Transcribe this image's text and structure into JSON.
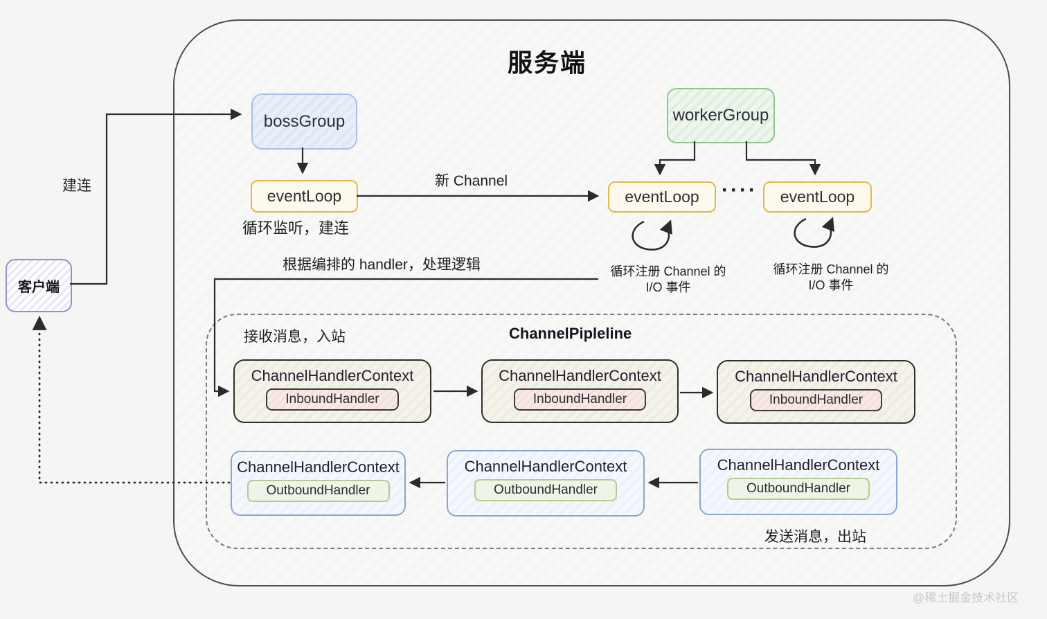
{
  "page": {
    "title": "服务端",
    "watermark": "@稀土掘金技术社区"
  },
  "client": {
    "label": "客户端"
  },
  "server": {
    "boss_group_label": "bossGroup",
    "worker_group_label": "workerGroup",
    "event_loop_boss_label": "eventLoop",
    "event_loop_worker1_label": "eventLoop",
    "event_loop_worker2_label": "eventLoop",
    "ellipsis_dots": "····"
  },
  "labels": {
    "connect": "建连",
    "loop_listen": "循环监听，建连",
    "new_channel": "新 Channel",
    "handle_logic": "根据编排的 handler，处理逻辑",
    "register_io_1": "循环注册 Channel 的 I/O 事件",
    "register_io_1_line1": "循环注册 Channel 的",
    "register_io_1_line2": "I/O 事件",
    "register_io_2_line1": "循环注册 Channel 的",
    "register_io_2_line2": "I/O 事件",
    "inbound_note": "接收消息，入站",
    "outbound_note": "发送消息，出站",
    "pipeline_title": "ChannelPipleline"
  },
  "pipeline": {
    "inbound": [
      {
        "title": "ChannelHandlerContext",
        "handler": "InboundHandler"
      },
      {
        "title": "ChannelHandlerContext",
        "handler": "InboundHandler"
      },
      {
        "title": "ChannelHandlerContext",
        "handler": "InboundHandler"
      }
    ],
    "outbound": [
      {
        "title": "ChannelHandlerContext",
        "handler": "OutboundHandler"
      },
      {
        "title": "ChannelHandlerContext",
        "handler": "OutboundHandler"
      },
      {
        "title": "ChannelHandlerContext",
        "handler": "OutboundHandler"
      }
    ]
  },
  "colors": {
    "server_border": "#4c4c4c",
    "client_border": "#9a8cc9",
    "boss_border": "#a9c0e4",
    "boss_fill": "#e9effa",
    "worker_border": "#92c492",
    "worker_fill": "#eef6ee",
    "eventloop_border": "#dfb84f",
    "eventloop_fill": "#fdf9ec",
    "inbound_ctx_fill": "#f5f3e9",
    "inbound_handler_fill": "#f8e9e4",
    "outbound_ctx_border": "#8aa6cf",
    "outbound_handler_fill": "#eef5e6",
    "arrow": "#2b2b2b"
  }
}
